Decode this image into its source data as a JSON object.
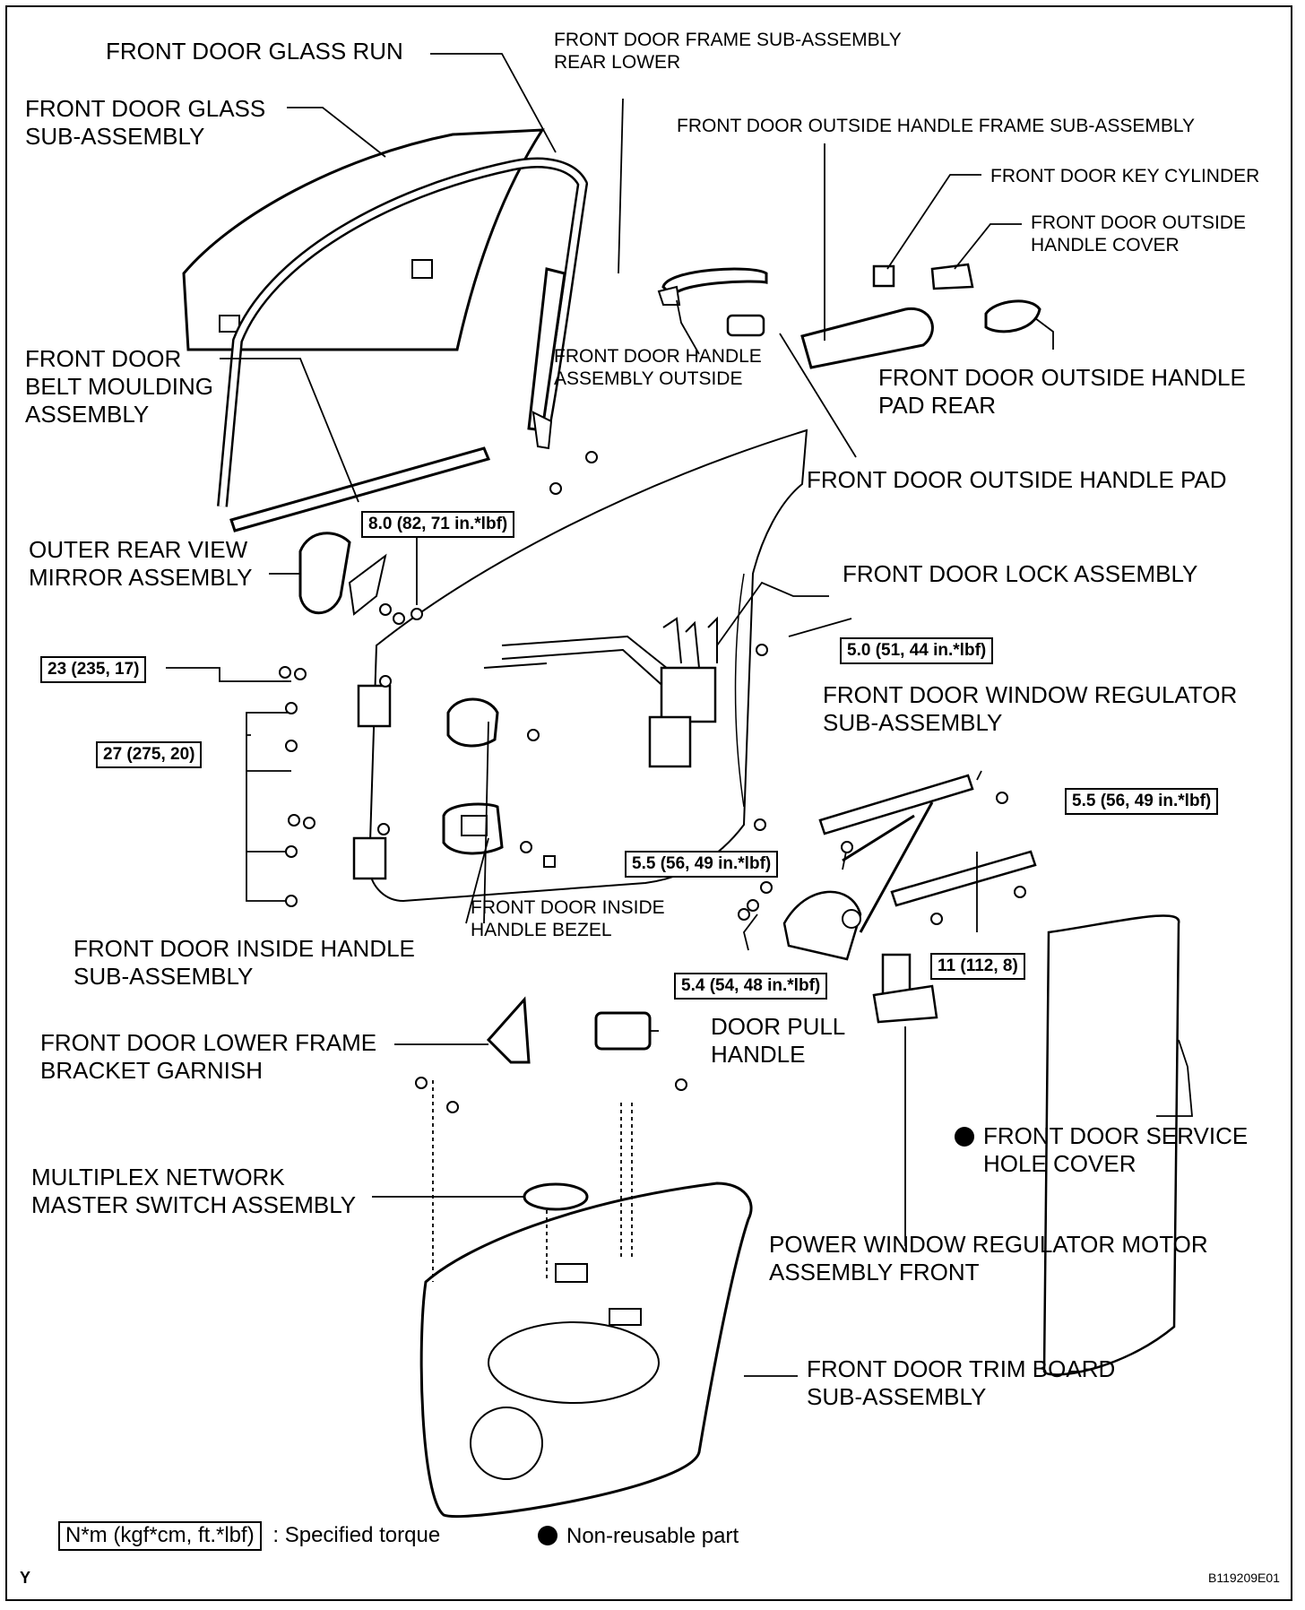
{
  "labels": {
    "glass_run": "FRONT DOOR GLASS RUN",
    "frame_sub_rear_lower": "FRONT DOOR FRAME SUB-ASSEMBLY\nREAR LOWER",
    "glass_sub": "FRONT DOOR GLASS\nSUB-ASSEMBLY",
    "outside_handle_frame": "FRONT DOOR OUTSIDE HANDLE FRAME SUB-ASSEMBLY",
    "key_cylinder": "FRONT DOOR KEY CYLINDER",
    "outside_handle_cover": "FRONT DOOR OUTSIDE\nHANDLE COVER",
    "belt_moulding": "FRONT DOOR\nBELT MOULDING\nASSEMBLY",
    "handle_assembly_outside": "FRONT DOOR HANDLE\nASSEMBLY OUTSIDE",
    "outside_handle_pad_rear": "FRONT DOOR OUTSIDE HANDLE\nPAD REAR",
    "outside_handle_pad": "FRONT DOOR OUTSIDE HANDLE PAD",
    "mirror": "OUTER REAR VIEW\nMIRROR ASSEMBLY",
    "lock_assembly": "FRONT DOOR LOCK ASSEMBLY",
    "window_regulator": "FRONT DOOR WINDOW REGULATOR\nSUB-ASSEMBLY",
    "inside_handle": "FRONT DOOR INSIDE HANDLE\nSUB-ASSEMBLY",
    "inside_handle_bezel": "FRONT DOOR INSIDE\nHANDLE BEZEL",
    "lower_frame_garnish": "FRONT DOOR LOWER FRAME\nBRACKET GARNISH",
    "door_pull_handle": "DOOR PULL\nHANDLE",
    "service_hole_cover": "FRONT DOOR SERVICE\nHOLE COVER",
    "master_switch": "MULTIPLEX NETWORK\nMASTER SWITCH ASSEMBLY",
    "regulator_motor": "POWER WINDOW REGULATOR MOTOR\nASSEMBLY FRONT",
    "trim_board": "FRONT DOOR TRIM BOARD\nSUB-ASSEMBLY"
  },
  "torques": {
    "t_8_0": "8.0 (82, 71 in.*lbf)",
    "t_23": "23 (235, 17)",
    "t_27": "27 (275, 20)",
    "t_5_0": "5.0 (51, 44 in.*lbf)",
    "t_5_5_right": "5.5 (56, 49 in.*lbf)",
    "t_5_5_center": "5.5 (56, 49 in.*lbf)",
    "t_11": "11 (112, 8)",
    "t_5_4": "5.4 (54, 48 in.*lbf)"
  },
  "legend": {
    "torque_unit": "N*m (kgf*cm, ft.*lbf)",
    "torque_text": ": Specified torque",
    "nonreusable_text": "Non-reusable part"
  },
  "corner": {
    "left": "Y",
    "right": "B119209E01"
  }
}
